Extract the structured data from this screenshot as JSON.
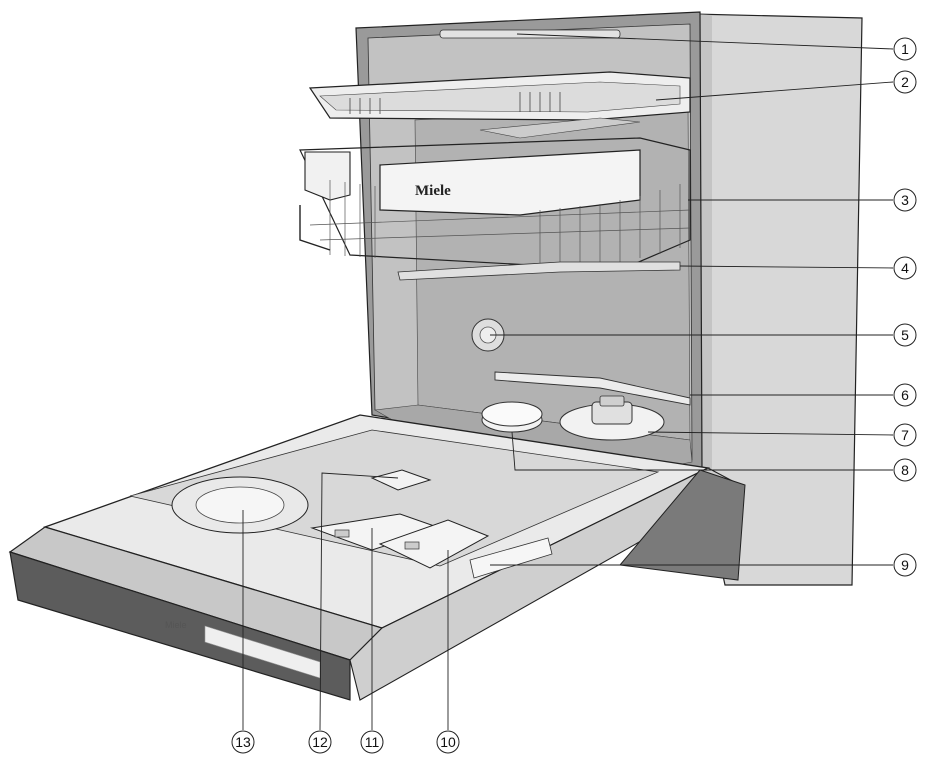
{
  "brand": {
    "basket_logo": "Miele",
    "panel_logo": "Miele"
  },
  "callouts": [
    {
      "id": "1",
      "label": "1"
    },
    {
      "id": "2",
      "label": "2"
    },
    {
      "id": "3",
      "label": "3"
    },
    {
      "id": "4",
      "label": "4"
    },
    {
      "id": "5",
      "label": "5"
    },
    {
      "id": "6",
      "label": "6"
    },
    {
      "id": "7",
      "label": "7"
    },
    {
      "id": "8",
      "label": "8"
    },
    {
      "id": "9",
      "label": "9"
    },
    {
      "id": "10",
      "label": "10"
    },
    {
      "id": "11",
      "label": "11"
    },
    {
      "id": "12",
      "label": "12"
    },
    {
      "id": "13",
      "label": "13"
    }
  ],
  "colors": {
    "cabinet_side": "#d6d6d6",
    "tub_interior": "#bdbdbd",
    "door_inner": "#e4e4e4",
    "door_front": "#5a5a5a",
    "line": "#222222"
  }
}
